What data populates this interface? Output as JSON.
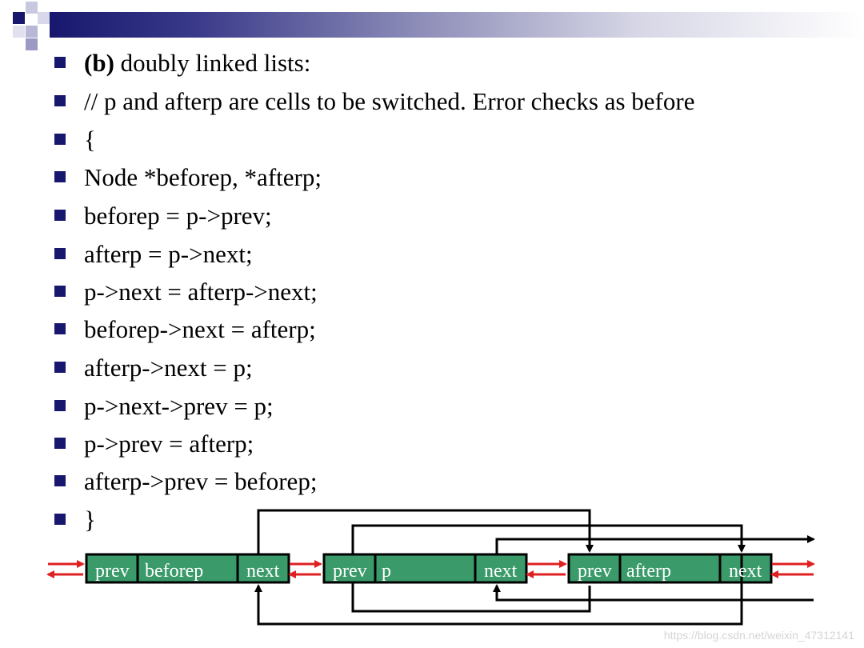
{
  "colors": {
    "header_dark": "#17176e",
    "node_fill": "#3a9a6a",
    "red_arrow": "#e02020",
    "black_line": "#000000"
  },
  "bullets": [
    {
      "bold_prefix": "(b)",
      "text": " doubly linked lists:"
    },
    {
      "bold_prefix": "",
      "text": "// p and afterp are cells to be switched. Error checks as before"
    },
    {
      "bold_prefix": "",
      "text": "{"
    },
    {
      "bold_prefix": "",
      "text": "Node *beforep, *afterp;"
    },
    {
      "bold_prefix": "",
      "text": "beforep = p->prev;"
    },
    {
      "bold_prefix": "",
      "text": "afterp = p->next;"
    },
    {
      "bold_prefix": "",
      "text": "p->next = afterp->next;"
    },
    {
      "bold_prefix": "",
      "text": "beforep->next = afterp;"
    },
    {
      "bold_prefix": "",
      "text": "afterp->next = p;"
    },
    {
      "bold_prefix": "",
      "text": "p->next->prev = p;"
    },
    {
      "bold_prefix": "",
      "text": "p->prev = afterp;"
    },
    {
      "bold_prefix": "",
      "text": "afterp->prev = beforep;"
    },
    {
      "bold_prefix": "",
      "text": "}"
    }
  ],
  "diagram": {
    "nodes": [
      {
        "prev_label": "prev",
        "name": "beforep",
        "next_label": "next"
      },
      {
        "prev_label": "prev",
        "name": "p",
        "next_label": "next"
      },
      {
        "prev_label": "prev",
        "name": "afterp",
        "next_label": "next"
      }
    ]
  },
  "watermark": "https://blog.csdn.net/weixin_47312141"
}
